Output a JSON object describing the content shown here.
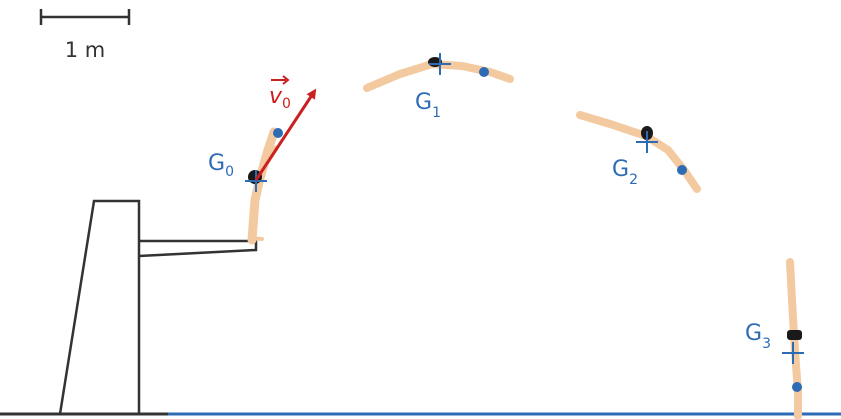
{
  "scale_bar": {
    "label": "1 m"
  },
  "velocity": {
    "symbol": "v",
    "subscript": "0"
  },
  "positions": [
    {
      "letter": "G",
      "subscript": "0"
    },
    {
      "letter": "G",
      "subscript": "1"
    },
    {
      "letter": "G",
      "subscript": "2"
    },
    {
      "letter": "G",
      "subscript": "3"
    }
  ],
  "colors": {
    "outline": "#333333",
    "label_blue": "#2e6bb5",
    "velocity_red": "#cc1f1f",
    "skin": "#f3c9a0",
    "water": "#2e6bb5",
    "trunks": "#1a1a1a"
  }
}
